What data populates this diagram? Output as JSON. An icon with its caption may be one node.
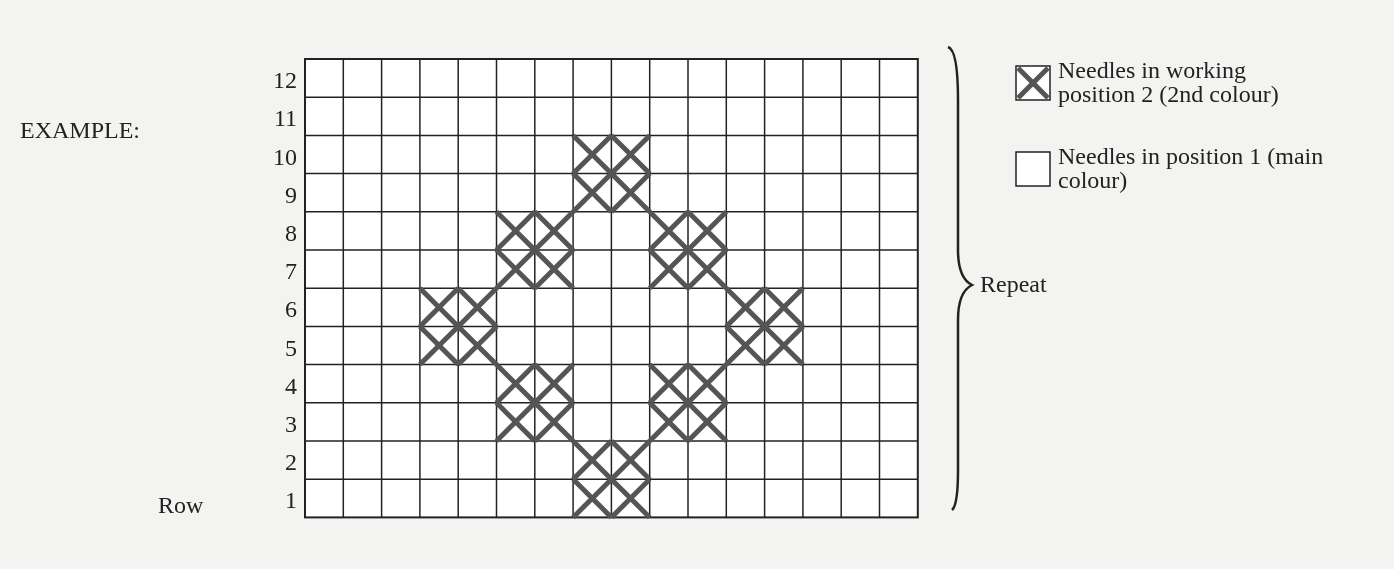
{
  "diagram": {
    "labels": [
      "EXAMPLE:",
      "12",
      "11",
      "10",
      "9",
      "8",
      "7",
      "6",
      "5",
      "4",
      "3",
      "2",
      "Row",
      "1",
      "Repeat"
    ],
    "legend": [
      {
        "text": "Needles in working position 2 (2nd colour)"
      },
      {
        "text": "Needles in position 1 (main colour)"
      }
    ]
  }
}
